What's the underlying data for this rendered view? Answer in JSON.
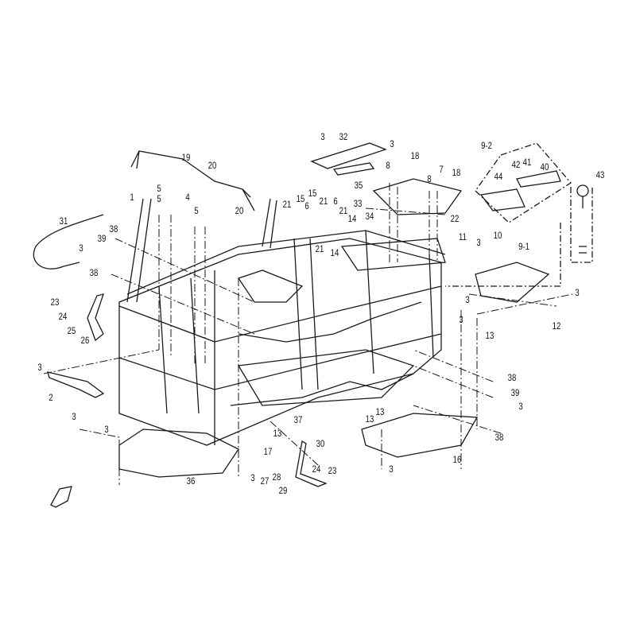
{
  "diagram": {
    "title": "Frame assembly exploded view",
    "callouts": [
      "19",
      "20",
      "20",
      "1",
      "5",
      "5",
      "4",
      "5",
      "31",
      "39",
      "38",
      "3",
      "38",
      "23",
      "24",
      "25",
      "26",
      "21",
      "15",
      "15",
      "21",
      "6",
      "6",
      "21",
      "14",
      "33",
      "34",
      "21",
      "14",
      "3",
      "32",
      "3",
      "35",
      "18",
      "8",
      "7",
      "18",
      "8",
      "22",
      "9-2",
      "42",
      "41",
      "40",
      "44",
      "43",
      "11",
      "3",
      "10",
      "9-1",
      "3",
      "3",
      "13",
      "12",
      "3",
      "3",
      "2",
      "3",
      "3",
      "36",
      "17",
      "3",
      "13",
      "37",
      "30",
      "27",
      "28",
      "29",
      "24",
      "23",
      "13",
      "13",
      "38",
      "39",
      "3",
      "38",
      "16",
      "3"
    ],
    "line_color": "#1a1a1a"
  }
}
